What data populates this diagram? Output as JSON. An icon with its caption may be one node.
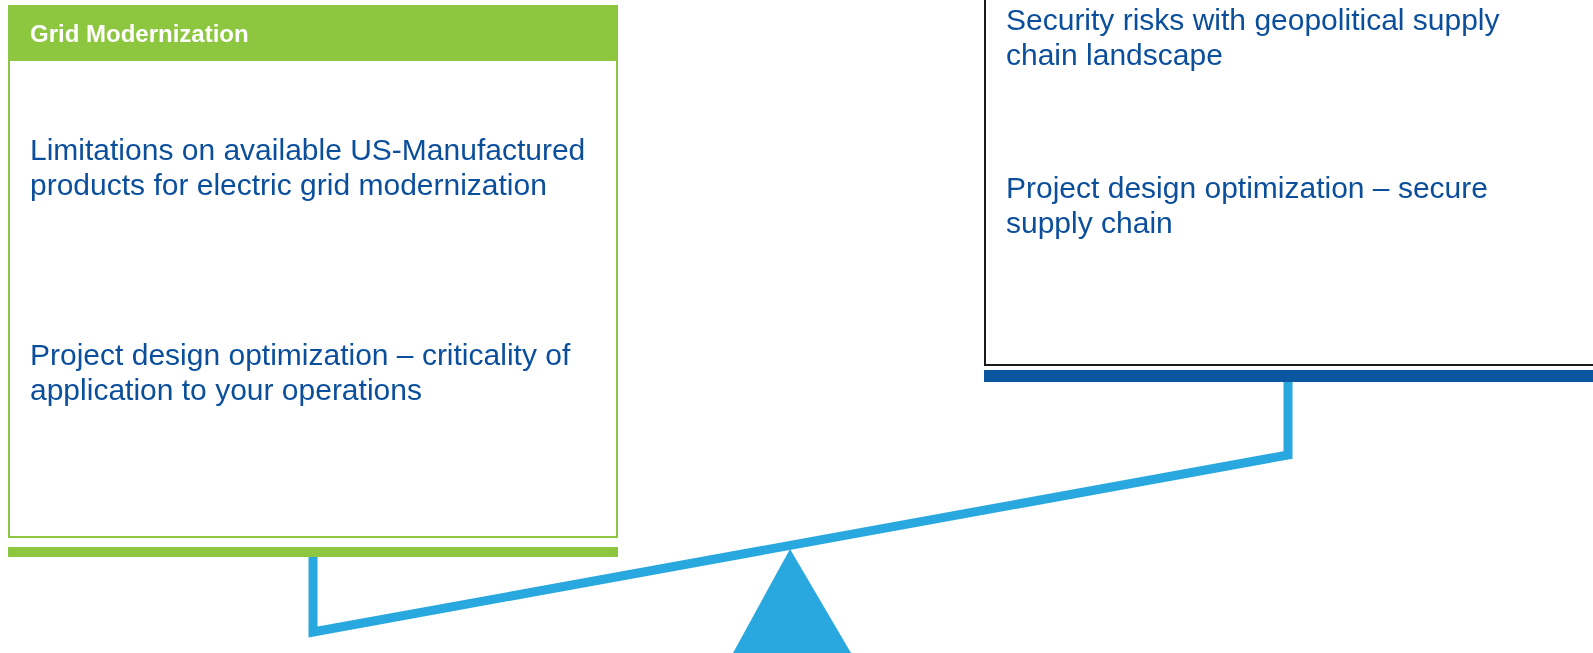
{
  "diagram": {
    "nodes": [
      {
        "text": [
          "Grid Modernization",
          "Limitations on available US-Manufactured products for electric grid modernization",
          "Project design optimization – criticality of application to your operations"
        ]
      },
      {
        "text": [
          "Security risks with geopolitical supply chain landscape",
          "Project design optimization – secure supply chain"
        ]
      }
    ]
  }
}
